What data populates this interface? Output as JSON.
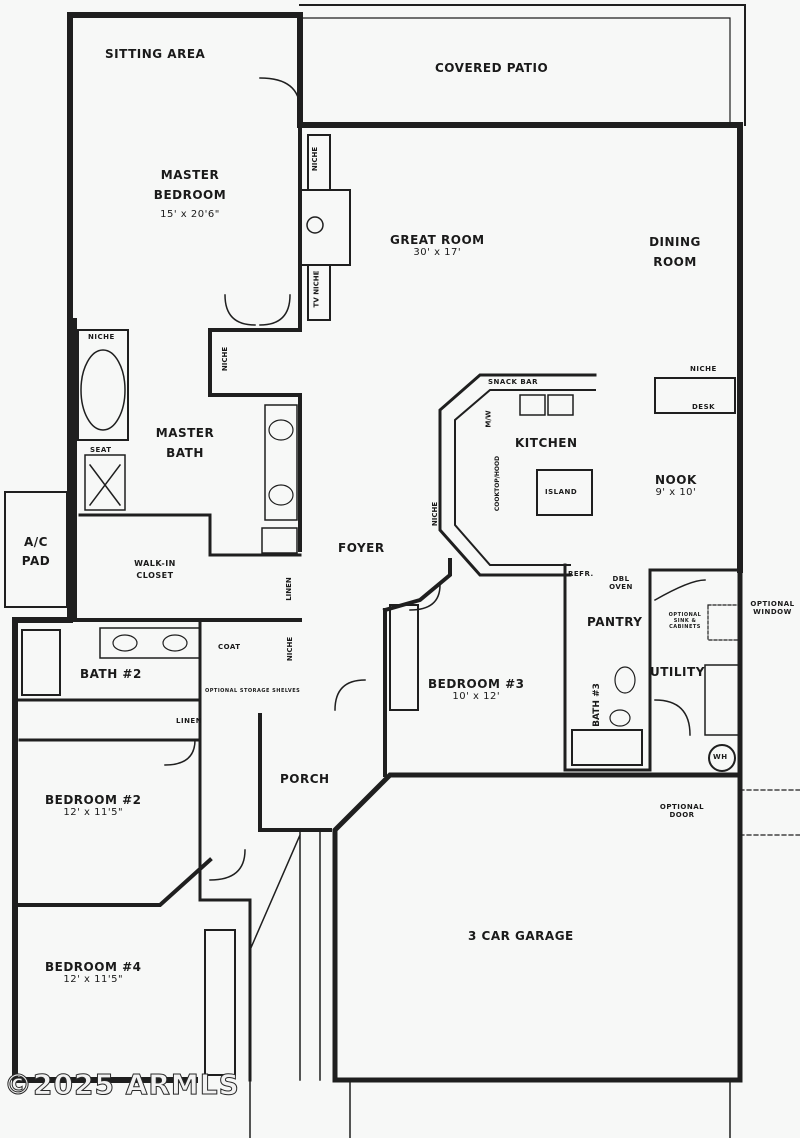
{
  "rooms": {
    "sitting_area": "SITTING AREA",
    "covered_patio": "COVERED PATIO",
    "master_bedroom": "MASTER BEDROOM",
    "master_bedroom_dim": "15' x 20'6\"",
    "great_room": "GREAT ROOM",
    "great_room_dim": "30' x 17'",
    "dining_room": "DINING ROOM",
    "master_bath": "MASTER BATH",
    "kitchen": "KITCHEN",
    "nook": "NOOK",
    "nook_dim": "9' x 10'",
    "ac_pad": "A/C PAD",
    "walk_in_closet": "WALK-IN CLOSET",
    "foyer": "FOYER",
    "pantry": "PANTRY",
    "bath2": "BATH #2",
    "bedroom3": "BEDROOM #3",
    "bedroom3_dim": "10' x 12'",
    "utility": "UTILITY",
    "bath3": "BATH #3",
    "porch": "PORCH",
    "bedroom2": "BEDROOM #2",
    "bedroom2_dim": "12' x 11'5\"",
    "garage": "3 CAR GARAGE",
    "bedroom4": "BEDROOM #4",
    "bedroom4_dim": "12' x 11'5\""
  },
  "small_labels": {
    "niche": "NICHE",
    "tv_niche": "TV NICHE",
    "snack_bar": "SNACK BAR",
    "desk": "DESK",
    "island": "ISLAND",
    "cooktop": "COOKTOP/HOOD",
    "mw": "M/W",
    "seat": "SEAT",
    "refr": "REFR.",
    "dbl_oven": "DBL OVEN",
    "coat": "COAT",
    "linen": "LINEN",
    "optional_window": "OPTIONAL WINDOW",
    "optional_door": "OPTIONAL DOOR",
    "optional_sink_cabinets": "OPTIONAL SINK & CABINETS",
    "wh": "WH",
    "shelves": "OPTIONAL STORAGE SHELVES"
  },
  "watermark": "©2025 ARMLS"
}
